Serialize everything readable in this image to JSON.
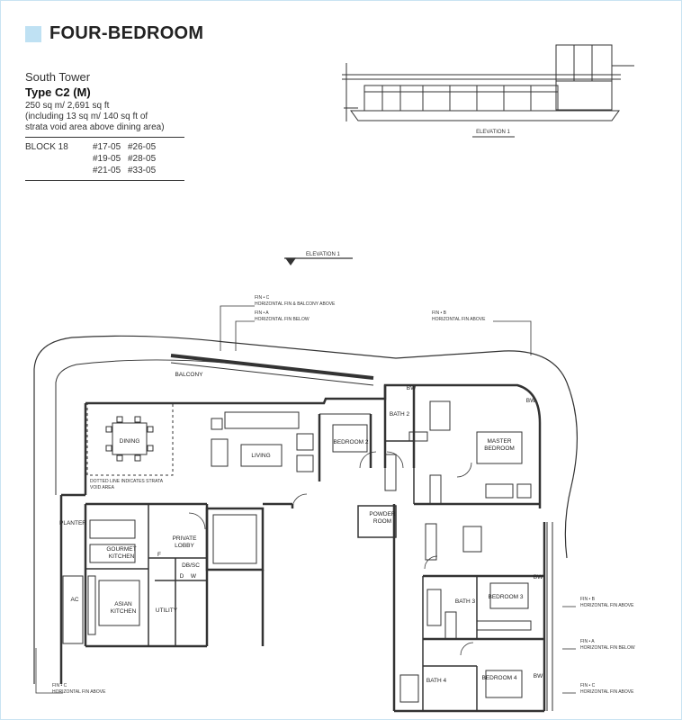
{
  "header": {
    "title": "FOUR-BEDROOM",
    "accent_color": "#bfe1f3"
  },
  "unit_info": {
    "tower": "South Tower",
    "type": "Type C2 (M)",
    "area_lines": [
      "250 sq m/ 2,691 sq ft",
      "(including 13 sq m/ 140 sq ft of",
      "strata void area above dining area)"
    ],
    "block_label": "BLOCK 18",
    "units": [
      "#17-05",
      "#26-05",
      "#19-05",
      "#28-05",
      "#21-05",
      "#33-05"
    ]
  },
  "elevation_thumb": {
    "label": "ELEVATION 1"
  },
  "floorplan": {
    "elevation_marker": "ELEVATION 1",
    "rooms": {
      "balcony": "BALCONY",
      "dining": "DINING",
      "living": "LIVING",
      "bedroom2": "BEDROOM 2",
      "bath2": "BATH 2",
      "master_bedroom_1": "MASTER",
      "master_bedroom_2": "BEDROOM",
      "planter": "PLANTER",
      "gourmet_kitchen_1": "GOURMET",
      "gourmet_kitchen_2": "KITCHEN",
      "private_lobby_1": "PRIVATE",
      "private_lobby_2": "LOBBY",
      "powder_room_1": "POWDER",
      "powder_room_2": "ROOM",
      "db_sc": "DB/SC",
      "ac": "AC",
      "asian_kitchen_1": "ASIAN",
      "asian_kitchen_2": "KITCHEN",
      "utility": "UTILITY",
      "bath3": "BATH 3",
      "bedroom3": "BEDROOM 3",
      "bath4": "BATH 4",
      "bedroom4": "BEDROOM 4",
      "bw": "BW",
      "f": "F",
      "d": "D",
      "w": "W"
    },
    "void_note": [
      "DOTTED LINE INDICATES STRATA",
      "VOID AREA"
    ],
    "callouts": {
      "fin_c_top_tag": "FIN • C",
      "fin_c_top_text": "HORIZONTAL FIN & BALCONY ABOVE",
      "fin_a_top_tag": "FIN • A",
      "fin_a_top_text": "HORIZONTAL FIN BELOW",
      "fin_b_top_tag": "FIN • B",
      "fin_b_top_text": "HORIZONTAL FIN ABOVE",
      "fin_b_right_tag": "FIN • B",
      "fin_b_right_text": "HORIZONTAL FIN ABOVE",
      "fin_a_right_tag": "FIN • A",
      "fin_a_right_text": "HORIZONTAL FIN BELOW",
      "fin_c_right_tag": "FIN • C",
      "fin_c_right_text": "HORIZONTAL FIN ABOVE",
      "fin_c_left_tag": "FIN • C",
      "fin_c_left_text": "HORIZONTAL FIN ABOVE"
    }
  }
}
